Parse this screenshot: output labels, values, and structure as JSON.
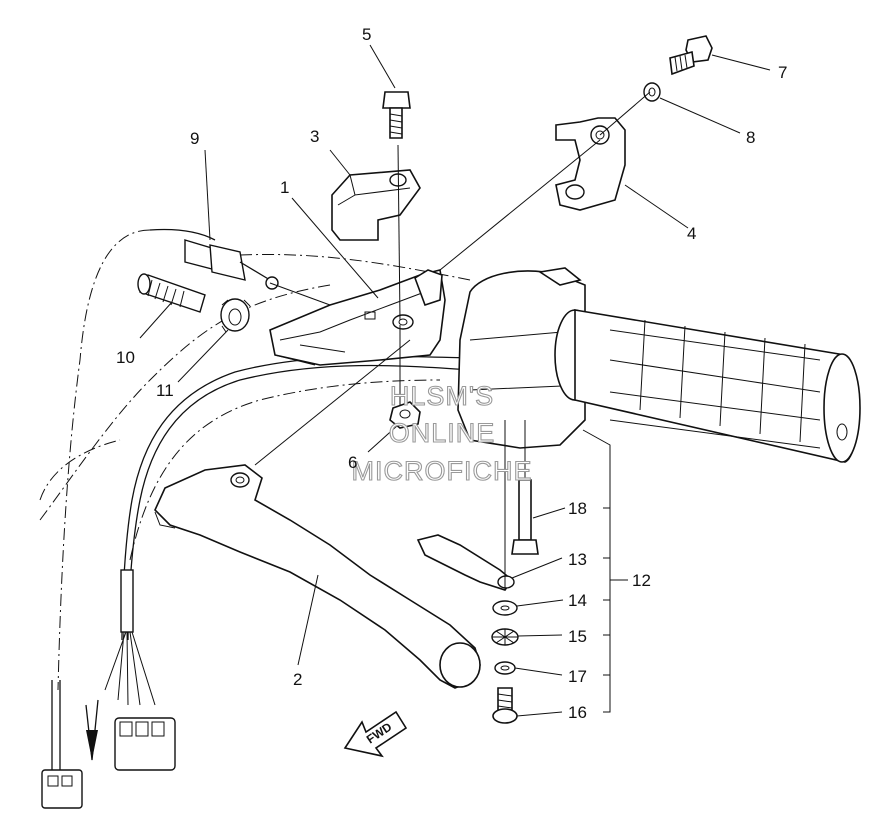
{
  "callouts": {
    "c1": "1",
    "c2": "2",
    "c3": "3",
    "c4": "4",
    "c5": "5",
    "c6": "6",
    "c7": "7",
    "c8": "8",
    "c9": "9",
    "c10": "10",
    "c11": "11",
    "c12": "12",
    "c13": "13",
    "c14": "14",
    "c15": "15",
    "c16": "16",
    "c17": "17",
    "c18": "18"
  },
  "watermark": {
    "line1": "HLSM'S",
    "line2": "ONLINE",
    "line3": "MICROFICHE"
  },
  "direction_label": "FWD"
}
